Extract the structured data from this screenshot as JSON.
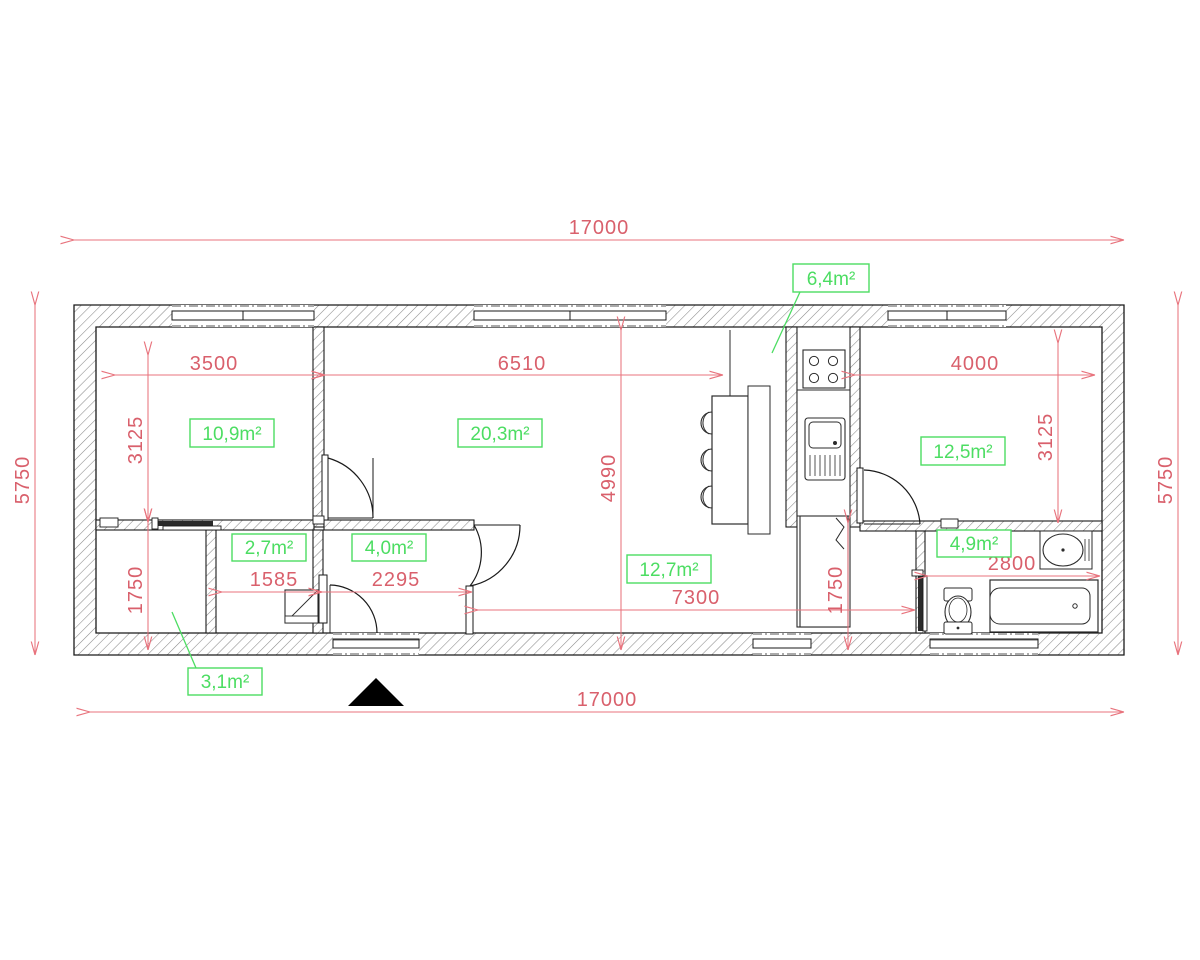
{
  "document": {
    "type": "architectural-floor-plan",
    "title": "Apartment Floor Plan",
    "units": "mm",
    "area_unit": "m²"
  },
  "colors": {
    "wall_outline": "#1a1a1a",
    "wall_hatch": "#7a7a7a",
    "dimension": "#e8737d",
    "dimension_text": "#d9606c",
    "area_label": "#4cdd62",
    "fixture": "#2b2b2b",
    "background": "#ffffff",
    "entrance_marker": "#000000"
  },
  "overall_dimensions": {
    "top": {
      "label": "17000",
      "orientation": "horizontal",
      "position": "top"
    },
    "bottom": {
      "label": "17000",
      "orientation": "horizontal",
      "position": "bottom"
    },
    "left": {
      "label": "5750",
      "orientation": "vertical",
      "position": "left"
    },
    "right": {
      "label": "5750",
      "orientation": "vertical",
      "position": "right"
    }
  },
  "rooms": [
    {
      "id": "bedroom-left",
      "area": "10,9m²",
      "width": "3500",
      "height": "3125"
    },
    {
      "id": "living-room",
      "area": "20,3m²",
      "width": "6510",
      "height": "4990"
    },
    {
      "id": "kitchen",
      "area": "6,4m²",
      "width": "",
      "height": ""
    },
    {
      "id": "bedroom-right",
      "area": "12,5m²",
      "width": "4000",
      "height": "3125"
    },
    {
      "id": "store-room",
      "area": "2,7m²",
      "width": "1585",
      "height": ""
    },
    {
      "id": "utility-room",
      "area": "4,0m²",
      "width": "2295",
      "height": ""
    },
    {
      "id": "hallway",
      "area": "12,7m²",
      "width": "7300",
      "height": ""
    },
    {
      "id": "bathroom",
      "area": "4,9m²",
      "width": "2800",
      "height": ""
    },
    {
      "id": "entry-corridor",
      "area": "3,1m²",
      "width": "",
      "height": "1750"
    }
  ],
  "dimension_labels": {
    "overall_top": "17000",
    "overall_bottom": "17000",
    "overall_left": "5750",
    "overall_right": "5750",
    "bedroom_left_width": "3500",
    "bedroom_left_height": "3125",
    "living_width": "6510",
    "living_height": "4990",
    "bedroom_right_width": "4000",
    "bedroom_right_height": "3125",
    "store_width": "1585",
    "utility_width": "2295",
    "hall_width": "7300",
    "bath_width": "2800",
    "corridor_left_height": "1750",
    "corridor_right_height": "1750"
  },
  "area_labels": {
    "bedroom_left": "10,9m²",
    "living_room": "20,3m²",
    "kitchen": "6,4m²",
    "bedroom_right": "12,5m²",
    "store_room": "2,7m²",
    "utility_room": "4,0m²",
    "hallway": "12,7m²",
    "bathroom": "4,9m²",
    "entry_corridor": "3,1m²"
  },
  "fixtures": [
    {
      "name": "kitchen-stove",
      "icon": "stove-icon",
      "burners": 4
    },
    {
      "name": "kitchen-sink",
      "icon": "sink-icon"
    },
    {
      "name": "refrigerator",
      "icon": "fridge-icon"
    },
    {
      "name": "kitchen-island",
      "icon": "island-icon"
    },
    {
      "name": "bar-stool",
      "icon": "stool-icon",
      "count": 3
    },
    {
      "name": "toilet",
      "icon": "toilet-icon"
    },
    {
      "name": "bathtub",
      "icon": "bathtub-icon"
    },
    {
      "name": "washbasin",
      "icon": "washbasin-icon"
    },
    {
      "name": "water-heater",
      "icon": "boiler-icon"
    }
  ],
  "openings": {
    "windows": 4,
    "doors": 6,
    "entrance_marker": "▲"
  }
}
